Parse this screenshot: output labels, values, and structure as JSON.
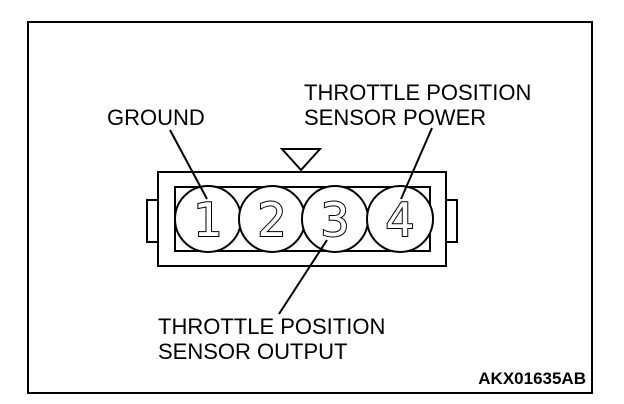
{
  "labels": {
    "ground": "GROUND",
    "tps_power_line1": "THROTTLE POSITION",
    "tps_power_line2": "SENSOR POWER",
    "tps_output_line1": "THROTTLE POSITION",
    "tps_output_line2": "SENSOR OUTPUT"
  },
  "figure_code": "AKX01635AB",
  "pins": [
    {
      "number": "1"
    },
    {
      "number": "2"
    },
    {
      "number": "3"
    },
    {
      "number": "4"
    }
  ],
  "colors": {
    "line": "#000000",
    "background": "#ffffff"
  }
}
